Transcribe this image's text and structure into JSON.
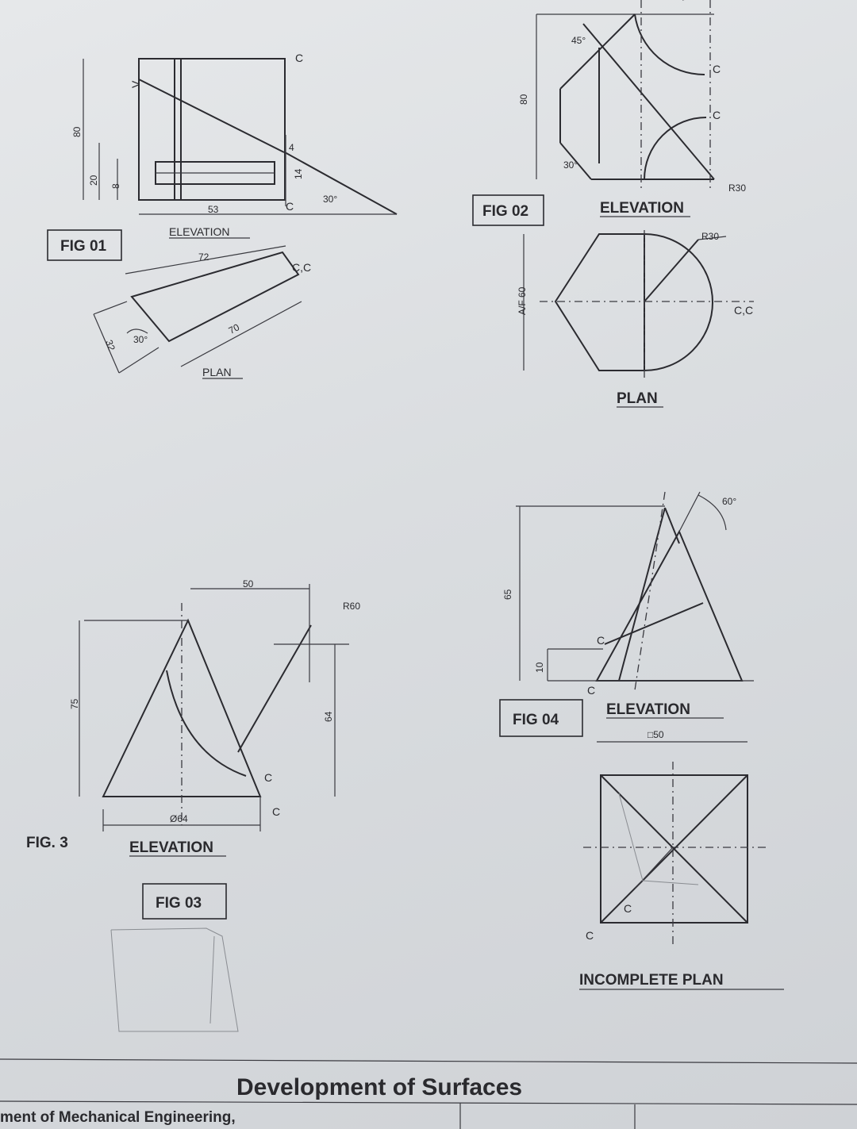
{
  "title": "Development of Surfaces",
  "department": "ment of Mechanical Engineering,",
  "fig01": {
    "label": "FIG 01",
    "elevation": "ELEVATION",
    "plan": "PLAN",
    "dims": {
      "h80": "80",
      "h20": "20",
      "h8": "8",
      "v": "V",
      "w53": "53",
      "w72": "72",
      "w70": "70",
      "w32": "32",
      "a30": "30°",
      "a30b": "30°",
      "d4": "4",
      "d14": "14"
    },
    "cut": "C",
    "cut2": "C",
    "cc": "C,C"
  },
  "fig02": {
    "label": "FIG 02",
    "elevation": "ELEVATION",
    "plan": "PLAN",
    "dims": {
      "h80": "80",
      "a45": "45°",
      "a30": "30°",
      "r30a": "R30",
      "r30b": "R30",
      "af60": "A/F 60"
    },
    "c1": "C",
    "c2": "C",
    "cc": "C,C"
  },
  "fig03": {
    "label": "FIG 03",
    "fig3": "FIG. 3",
    "elevation": "ELEVATION",
    "dims": {
      "w50": "50",
      "r60": "R60",
      "h75": "75",
      "h64": "64",
      "d64": "Ø64"
    },
    "c1": "C",
    "c2": "C"
  },
  "fig04": {
    "label": "FIG 04",
    "elevation": "ELEVATION",
    "plan": "INCOMPLETE  PLAN",
    "dims": {
      "h65": "65",
      "h10": "10",
      "a60": "60°",
      "sq50": "□50"
    },
    "c1": "C",
    "c2": "C",
    "c3": "C",
    "c4": "C"
  }
}
